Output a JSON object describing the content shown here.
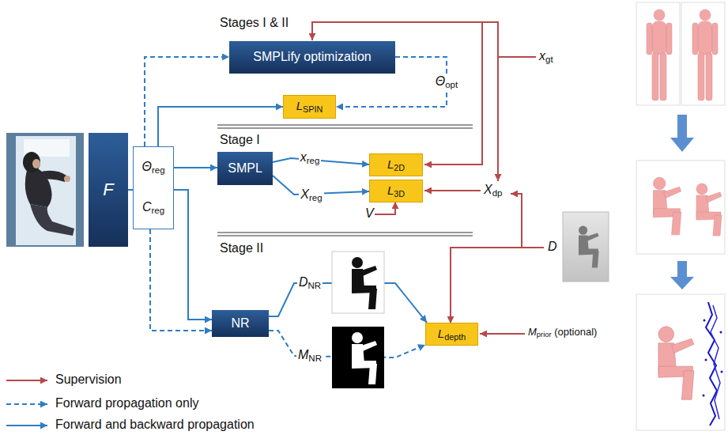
{
  "diagram": {
    "nodes": [
      {
        "text": [
          "F"
        ]
      },
      {
        "text": [
          "Θreg",
          "Creg"
        ]
      },
      {
        "text": [
          "SMPLify optimization"
        ]
      },
      {
        "text": [
          "LSPIN"
        ]
      },
      {
        "text": [
          "SMPL"
        ]
      },
      {
        "text": [
          "L2D"
        ]
      },
      {
        "text": [
          "L3D"
        ]
      },
      {
        "text": [
          "NR"
        ]
      },
      {
        "text": [
          "Ldepth"
        ]
      }
    ],
    "edges": [
      {
        "from": 0,
        "to": 1,
        "arrow": "none"
      },
      {
        "from": 1,
        "to": 2,
        "arrow": "to"
      },
      {
        "from": 1,
        "to": 3,
        "arrow": "to"
      },
      {
        "from": 1,
        "to": 4,
        "arrow": "to"
      },
      {
        "from": 1,
        "to": 7,
        "arrow": "to"
      },
      {
        "from": 1,
        "to": 7,
        "arrow": "to"
      },
      {
        "from": 2,
        "to": 3,
        "label": "Θopt",
        "arrow": "to"
      },
      {
        "from": 4,
        "to": 5,
        "label": "xreg",
        "arrow": "to"
      },
      {
        "from": 4,
        "to": 6,
        "label": "Xreg",
        "arrow": "to"
      },
      {
        "from": 7,
        "to": 8,
        "label": "DNR",
        "arrow": "to"
      },
      {
        "from": 7,
        "to": 8,
        "label": "MNR",
        "arrow": "to"
      }
    ],
    "labels": [
      "Stages I & II",
      "xgt",
      "Stage I",
      "V",
      "Xdp",
      "Stage II",
      "D",
      "Mprior (optional)"
    ],
    "legend": [
      {
        "text": "Supervision"
      },
      {
        "text": "Forward propagation only"
      },
      {
        "text": "Forward and backward propagation"
      }
    ]
  }
}
